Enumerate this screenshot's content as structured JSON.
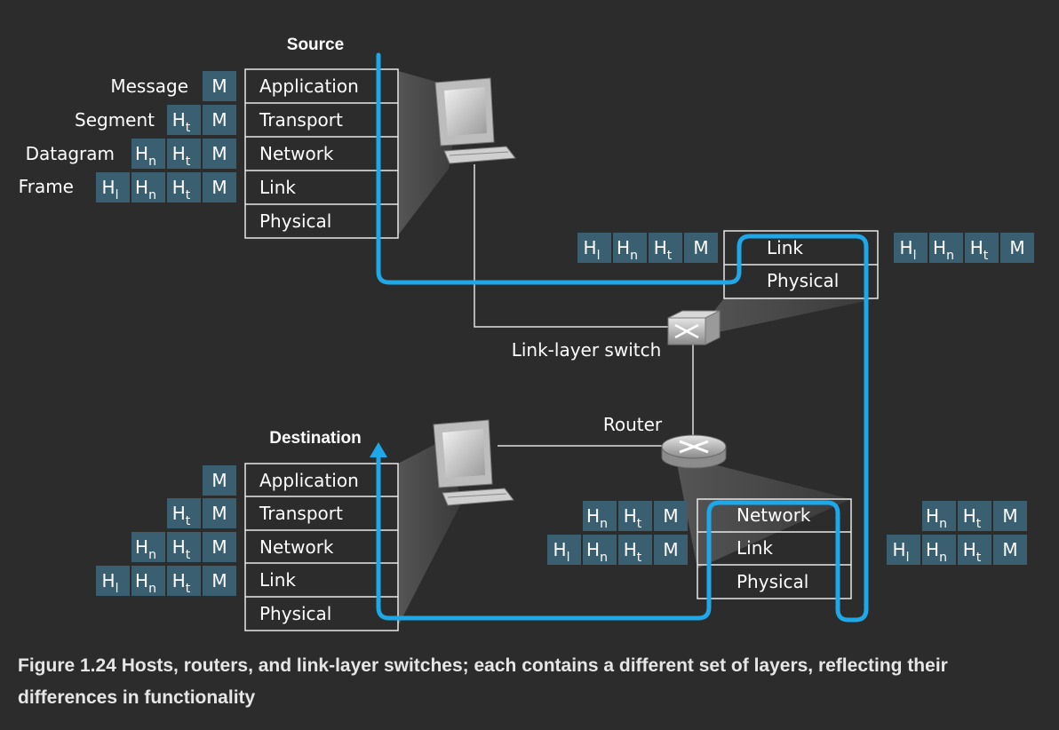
{
  "title_source": "Source",
  "title_destination": "Destination",
  "label_switch": "Link-layer switch",
  "label_router": "Router",
  "source_stack": [
    "Application",
    "Transport",
    "Network",
    "Link",
    "Physical"
  ],
  "source_pdu_labels": [
    "Message",
    "Segment",
    "Datagram",
    "Frame"
  ],
  "destination_stack": [
    "Application",
    "Transport",
    "Network",
    "Link",
    "Physical"
  ],
  "switch_stack": [
    "Link",
    "Physical"
  ],
  "router_stack": [
    "Network",
    "Link",
    "Physical"
  ],
  "header_names": {
    "message": "M",
    "header": "H",
    "transport_sub": "t",
    "network_sub": "n",
    "link_sub": "l"
  },
  "colors": {
    "flow": "#1fa8e8",
    "header_fill": "#3a5f70",
    "background": "#2c2c2c"
  },
  "caption": "Figure 1.24 Hosts, routers, and link-layer switches; each contains a different set of layers, reflecting their differences in functionality"
}
